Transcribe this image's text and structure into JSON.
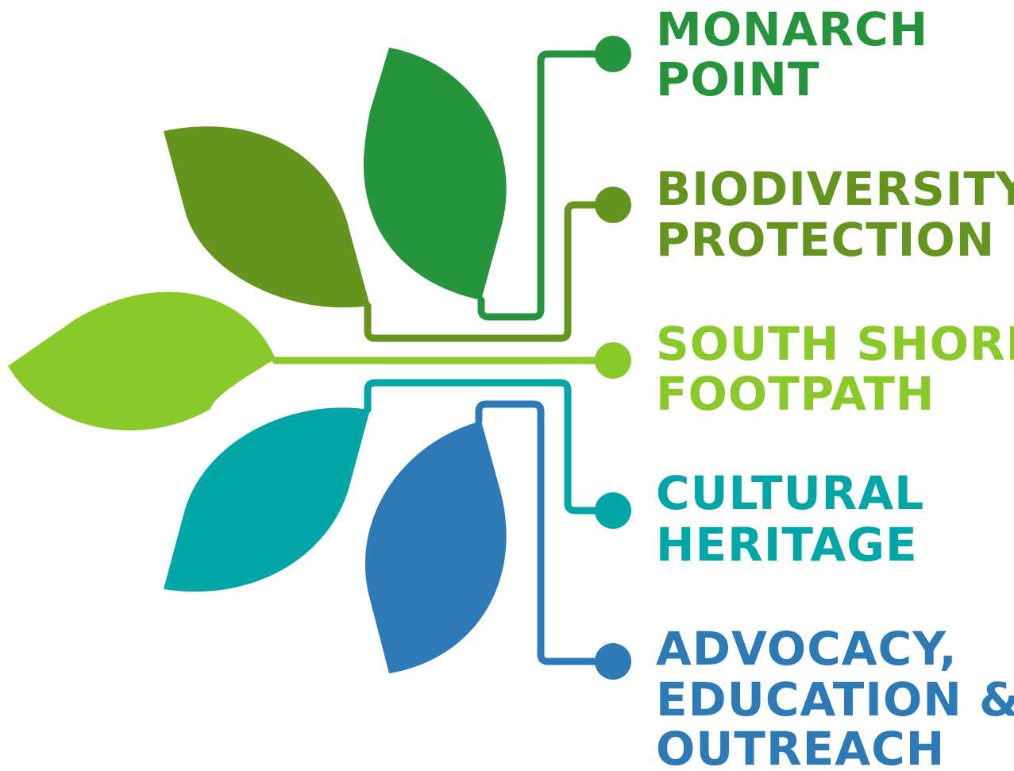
{
  "branches": [
    {
      "id": "monarch",
      "color": "#25943c",
      "icon": "leaf-icon",
      "label_lines": [
        "MONARCH",
        "POINT"
      ]
    },
    {
      "id": "biodiversity",
      "color": "#65951f",
      "icon": "leaf-icon",
      "label_lines": [
        "BIODIVERSITY",
        "PROTECTION"
      ]
    },
    {
      "id": "southshore",
      "color": "#89c92a",
      "icon": "leaf-icon",
      "label_lines": [
        "SOUTH SHORE",
        "FOOTPATH"
      ]
    },
    {
      "id": "cultural",
      "color": "#02a6a6",
      "icon": "leaf-icon",
      "label_lines": [
        "CULTURAL",
        "HERITAGE"
      ]
    },
    {
      "id": "advocacy",
      "color": "#2e7ab7",
      "icon": "leaf-icon",
      "label_lines": [
        "ADVOCACY,",
        "EDUCATION &",
        "OUTREACH"
      ]
    }
  ]
}
